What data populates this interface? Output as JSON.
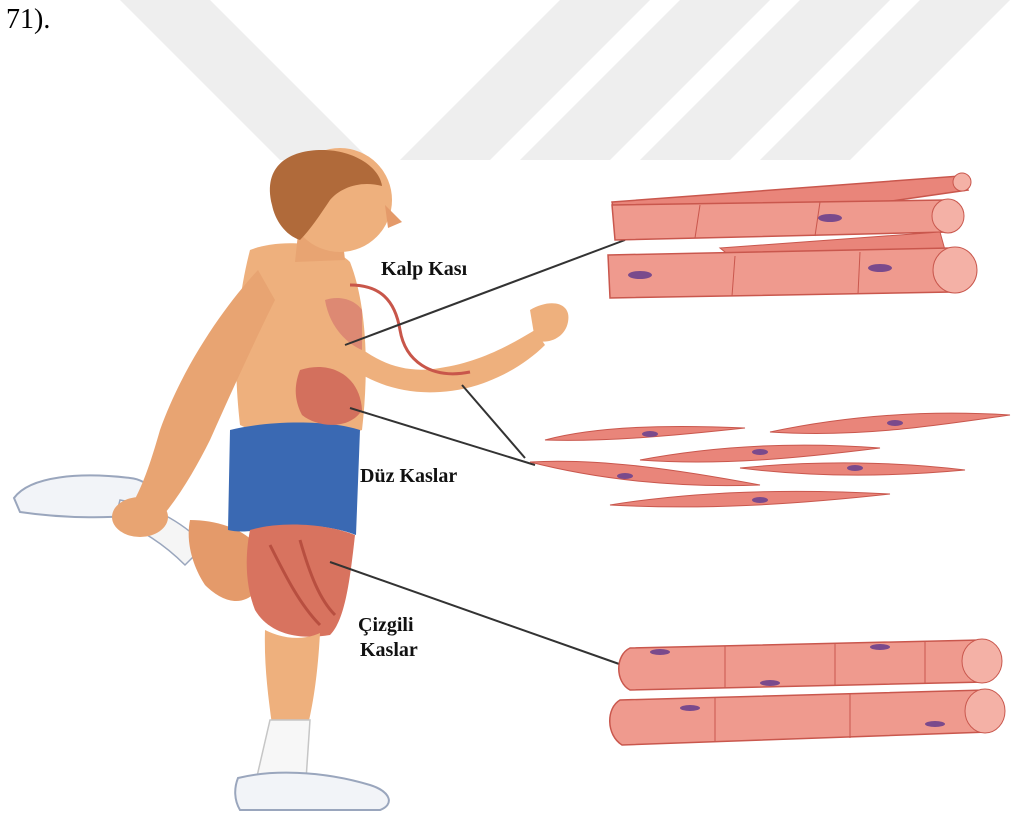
{
  "page_fragment": "71).",
  "labels": {
    "cardiac": "Kalp Kası",
    "smooth": "Düz Kaslar",
    "skeletal_line1": "Çizgili",
    "skeletal_line2": "Kaslar"
  },
  "colors": {
    "fiber": "#e9857a",
    "fiber_light": "#f4b1a6",
    "fiber_dark": "#c9574d",
    "nucleus": "#7a4a8c",
    "skin": "#eeb07d",
    "shorts": "#3a69b3",
    "hair": "#b06a3a",
    "watermark": "#eeeeee"
  }
}
